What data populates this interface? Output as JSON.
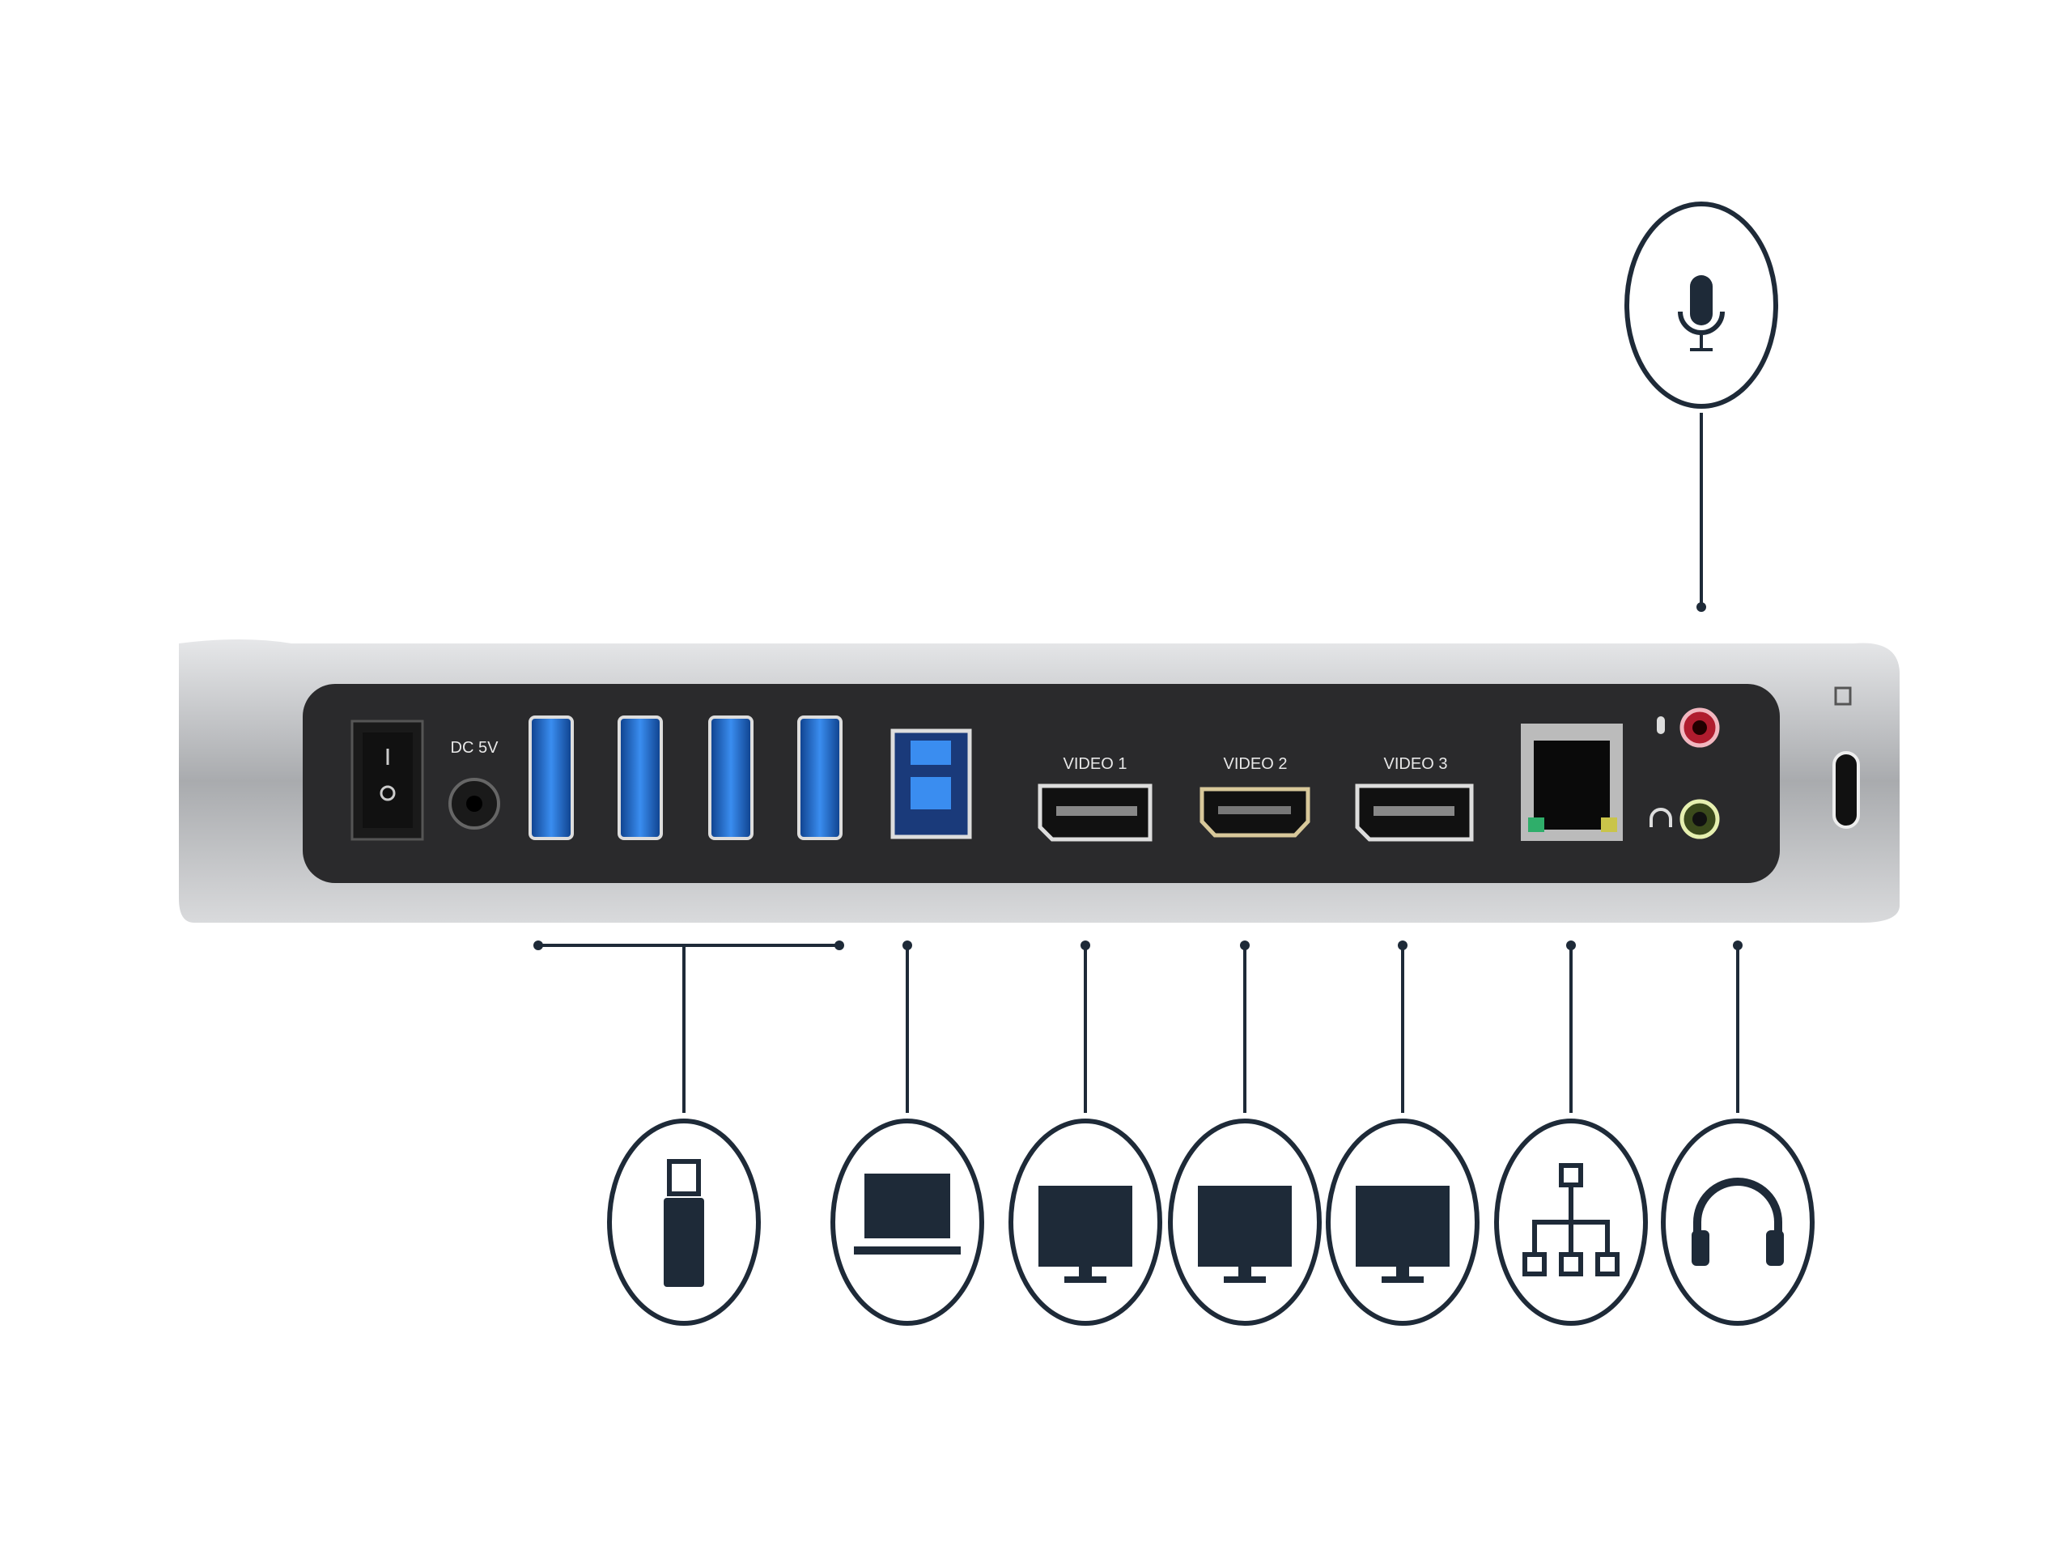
{
  "device": {
    "power_label": "DC 5V",
    "video_ports": [
      {
        "label": "VIDEO 1",
        "type": "DisplayPort"
      },
      {
        "label": "VIDEO 2",
        "type": "HDMI"
      },
      {
        "label": "VIDEO 3",
        "type": "DisplayPort"
      }
    ],
    "usb_a_count": 4
  },
  "callouts": [
    "usb-drive-icon",
    "laptop-icon",
    "monitor-icon",
    "monitor-icon",
    "monitor-icon",
    "network-icon",
    "headphones-icon",
    "microphone-icon"
  ],
  "colors": {
    "callout": "#1e2a38",
    "usb_blue": "#1f6fd1",
    "panel": "#2a2a2c",
    "chassis": "#b8babd"
  }
}
